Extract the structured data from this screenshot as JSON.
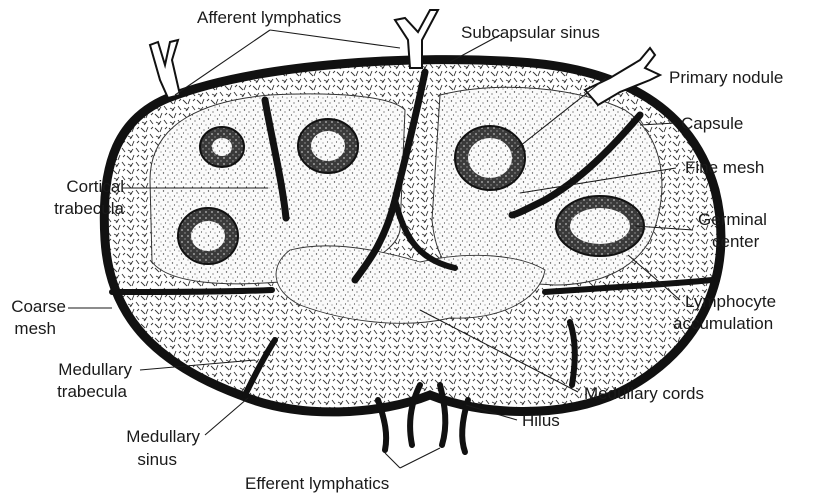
{
  "labels": {
    "afferent_lymphatics": "Afferent lymphatics",
    "subcapsular_sinus": "Subcapsular sinus",
    "primary_nodule": "Primary nodule",
    "capsule": "Capsule",
    "cortical_trabecula_1": "Cortical",
    "cortical_trabecula_2": "trabecula",
    "fine_mesh": "Fine mesh",
    "germinal_center_1": "Germinal",
    "germinal_center_2": "center",
    "coarse_mesh_1": "Coarse",
    "coarse_mesh_2": "mesh",
    "lymphocyte_accumulation_1": "Lymphocyte",
    "lymphocyte_accumulation_2": "accumulation",
    "medullary_trabecula_1": "Medullary",
    "medullary_trabecula_2": "trabecula",
    "medullary_cords": "Medullary cords",
    "medullary_sinus_1": "Medullary",
    "medullary_sinus_2": "sinus",
    "hilus": "Hilus",
    "efferent_lymphatics": "Efferent lymphatics"
  },
  "colors": {
    "ink": "#1a1a1a",
    "capsule": "#111111",
    "cortex_fill": "#f4f4f4",
    "background": "#ffffff"
  }
}
